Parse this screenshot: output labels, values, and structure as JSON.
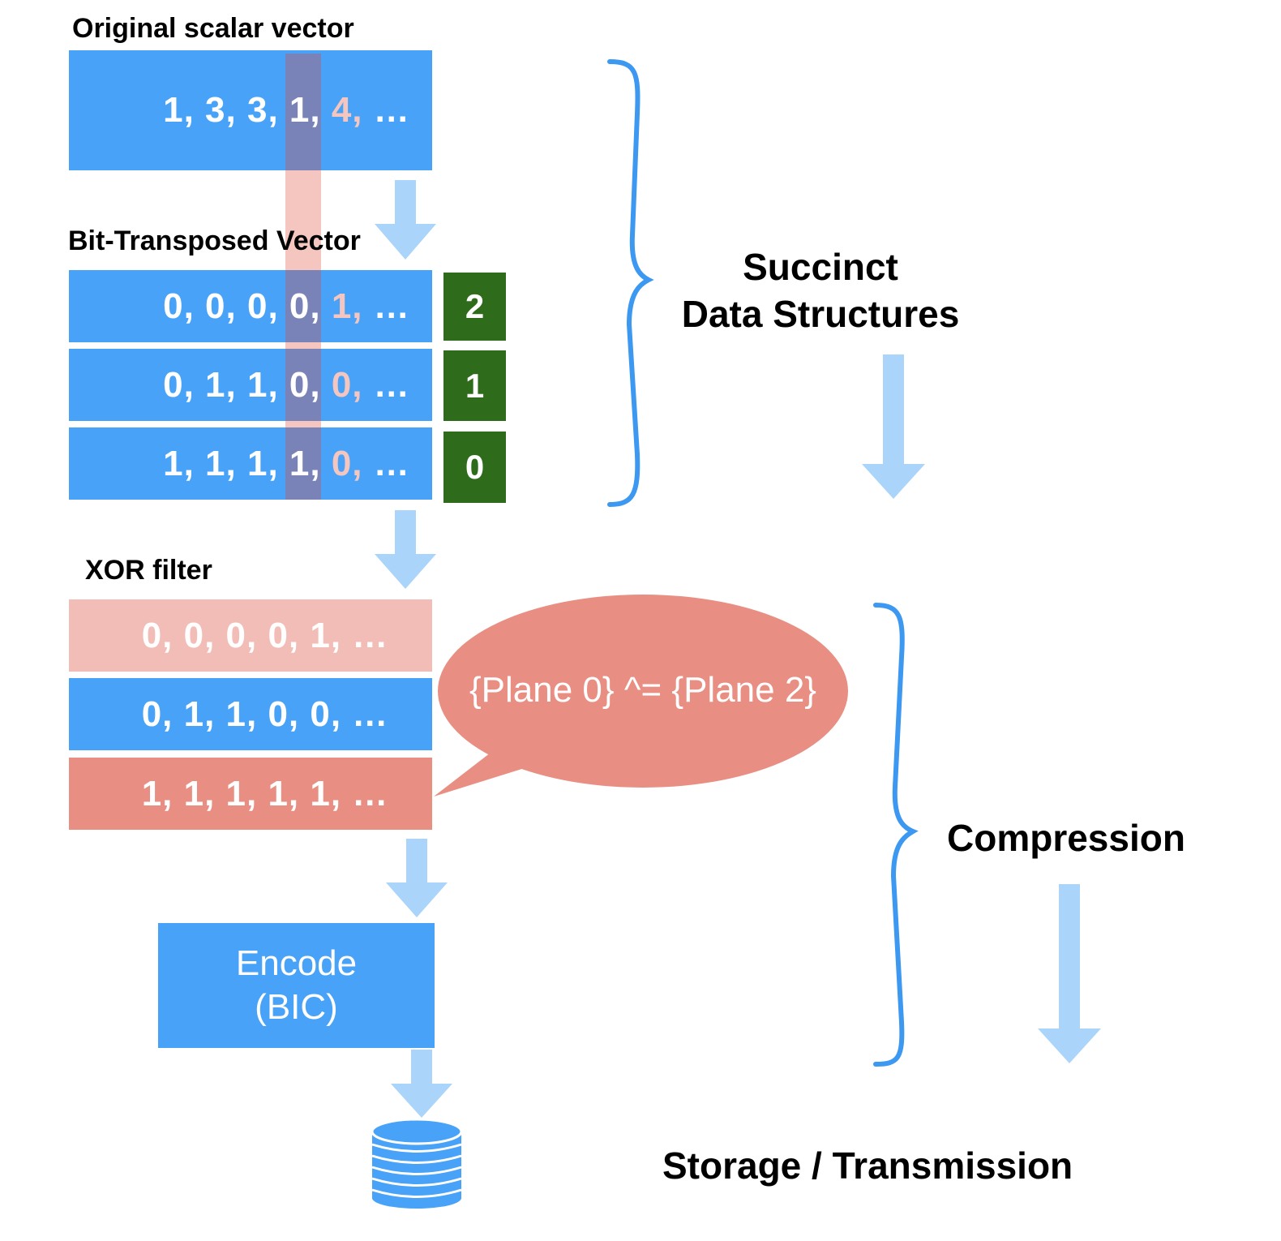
{
  "colors": {
    "blue": "#47a2f8",
    "light_blue_arrow": "#aad4fa",
    "salmon": "#e98e82",
    "light_salmon": "#f2bdb6",
    "green": "#2e6b1b",
    "highlight_column": "#f4c6bf",
    "brace_blue": "#3c98f0"
  },
  "sections": {
    "original": {
      "label": "Original scalar vector",
      "bar": {
        "prefix": "1, 3, 3, 1, ",
        "highlight": "4,",
        "suffix": " …"
      }
    },
    "transposed": {
      "label": "Bit-Transposed Vector",
      "rows": [
        {
          "prefix": "0, 0, 0, 0, ",
          "highlight": "1,",
          "suffix": " …",
          "plane": "2"
        },
        {
          "prefix": "0, 1, 1, 0, ",
          "highlight": "0,",
          "suffix": " …",
          "plane": "1"
        },
        {
          "prefix": "1, 1, 1, 1, ",
          "highlight": "0,",
          "suffix": " …",
          "plane": "0"
        }
      ]
    },
    "xor": {
      "label": "XOR filter",
      "rows": [
        {
          "text": "0, 0, 0, 0, 1, …",
          "style": "faded"
        },
        {
          "text": "0, 1, 1, 0, 0, …",
          "style": "normal"
        },
        {
          "text": "1, 1, 1, 1, 1, …",
          "style": "changed"
        }
      ],
      "bubble": "{Plane 0} ^= {Plane 2}"
    },
    "encode": {
      "line1": "Encode",
      "line2": "(BIC)"
    }
  },
  "stages": {
    "succinct_line1": "Succinct",
    "succinct_line2": "Data Structures",
    "compression": "Compression",
    "storage": "Storage / Transmission"
  },
  "icons": {
    "storage": "database-icon",
    "flow": "down-arrow-icon"
  }
}
